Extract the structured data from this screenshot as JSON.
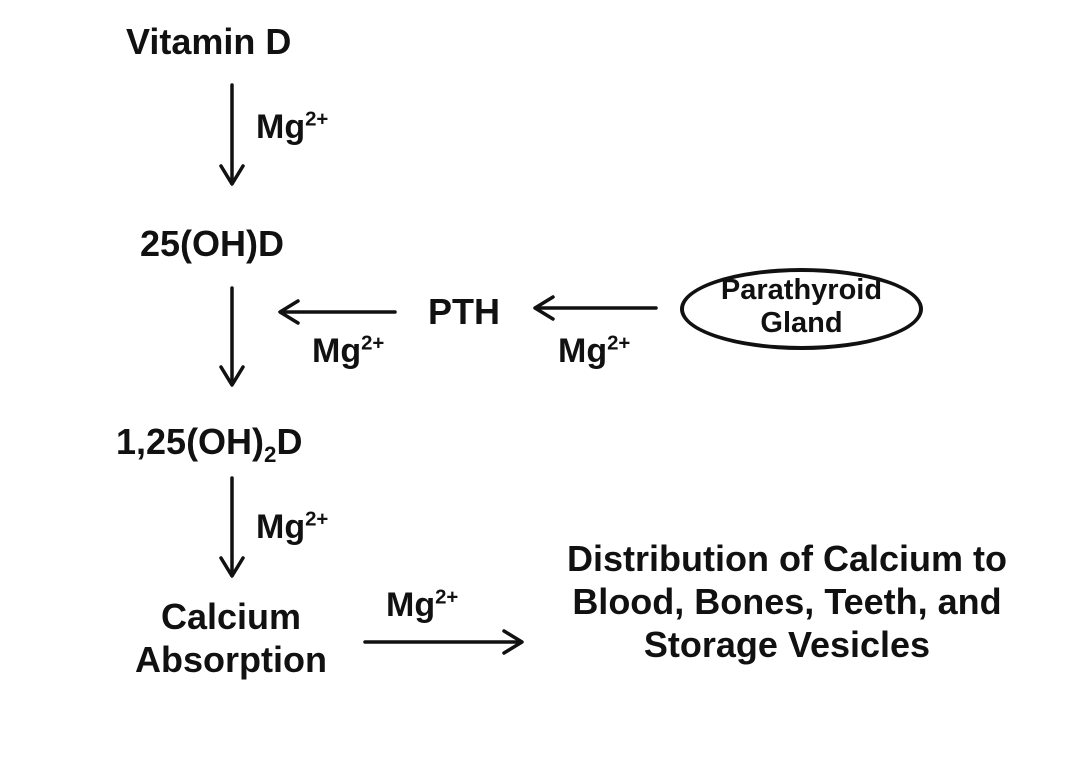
{
  "nodes": {
    "vitamin_d": "Vitamin D",
    "hydroxy_d": "25(OH)D",
    "calcitriol_prefix": "1,25(OH)",
    "calcitriol_sub": "2",
    "calcitriol_suffix": "D",
    "calcium_absorption_line1": "Calcium",
    "calcium_absorption_line2": "Absorption",
    "pth": "PTH",
    "parathyroid_line1": "Parathyroid",
    "parathyroid_line2": "Gland",
    "distribution_line1": "Distribution of Calcium to",
    "distribution_line2": "Blood, Bones, Teeth, and",
    "distribution_line3": "Storage Vesicles"
  },
  "cofactor": {
    "base": "Mg",
    "charge": "2+"
  }
}
